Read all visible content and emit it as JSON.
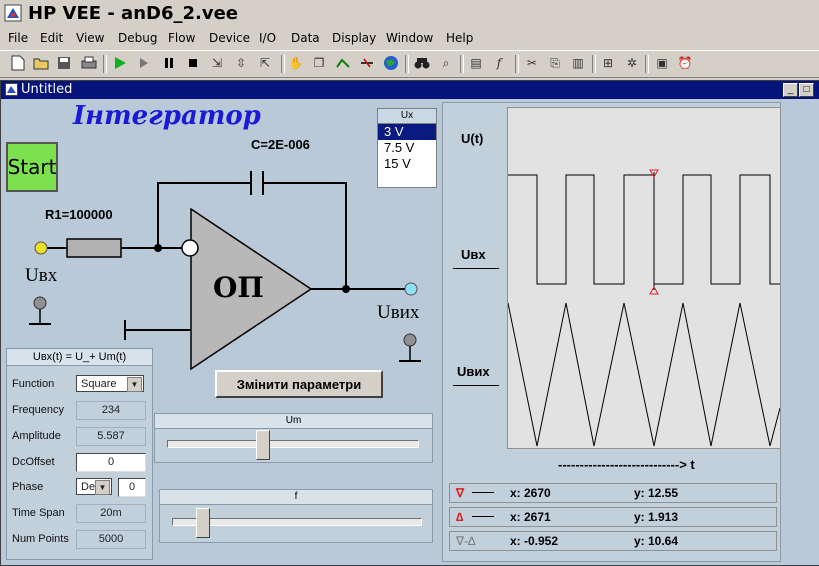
{
  "app": {
    "title": "HP VEE - anD6_2.vee"
  },
  "menu": [
    "File",
    "Edit",
    "View",
    "Debug",
    "Flow",
    "Device",
    "I/O",
    "Data",
    "Display",
    "Window",
    "Help"
  ],
  "window": {
    "title": "Untitled"
  },
  "panel": {
    "start_label": "Start",
    "heading": "Інтегратор",
    "capacitor_label": "C=2E-006",
    "resistor_label": "R1=100000",
    "opamp_label": "ОП",
    "uin_label": "Uвх",
    "uout_label": "Uвих",
    "change_button": "Змінити параметри"
  },
  "ux_list": {
    "header": "Ux",
    "options": [
      "3 V",
      "7.5 V",
      "15 V"
    ],
    "selected": 0
  },
  "params": {
    "header": "Uвх(t) = U_+ Um(t)",
    "function_label": "Function",
    "function_value": "Square",
    "frequency_label": "Frequency",
    "frequency_value": "234",
    "amplitude_label": "Amplitude",
    "amplitude_value": "5.587",
    "dcoffset_label": "DcOffset",
    "dcoffset_value": "0",
    "phase_label": "Phase",
    "phase_unit": "Deg",
    "phase_value": "0",
    "timespan_label": "Time Span",
    "timespan_value": "20m",
    "numpoints_label": "Num Points",
    "numpoints_value": "5000"
  },
  "sliders": {
    "um": {
      "label": "Um",
      "level": 0.38
    },
    "f": {
      "label": "f",
      "level": 0.12
    }
  },
  "graph": {
    "y1_label": "U(t)",
    "uin_trace_label": "Uвх",
    "uout_trace_label": "Uвих",
    "x_axis_label": "----------------------------> t",
    "markers": [
      {
        "x": "x: 2670",
        "y": "y: 12.55"
      },
      {
        "x": "x: 2671",
        "y": "y: 1.913"
      },
      {
        "x": "x: -0.952",
        "y": "y: 10.64"
      }
    ],
    "delta_symbol": "∇-∆"
  },
  "colors": {
    "window_title": "#06137a",
    "panel_bg": "#b9c9d8",
    "heading": "#1a1ad8",
    "start": "#7de04f"
  }
}
